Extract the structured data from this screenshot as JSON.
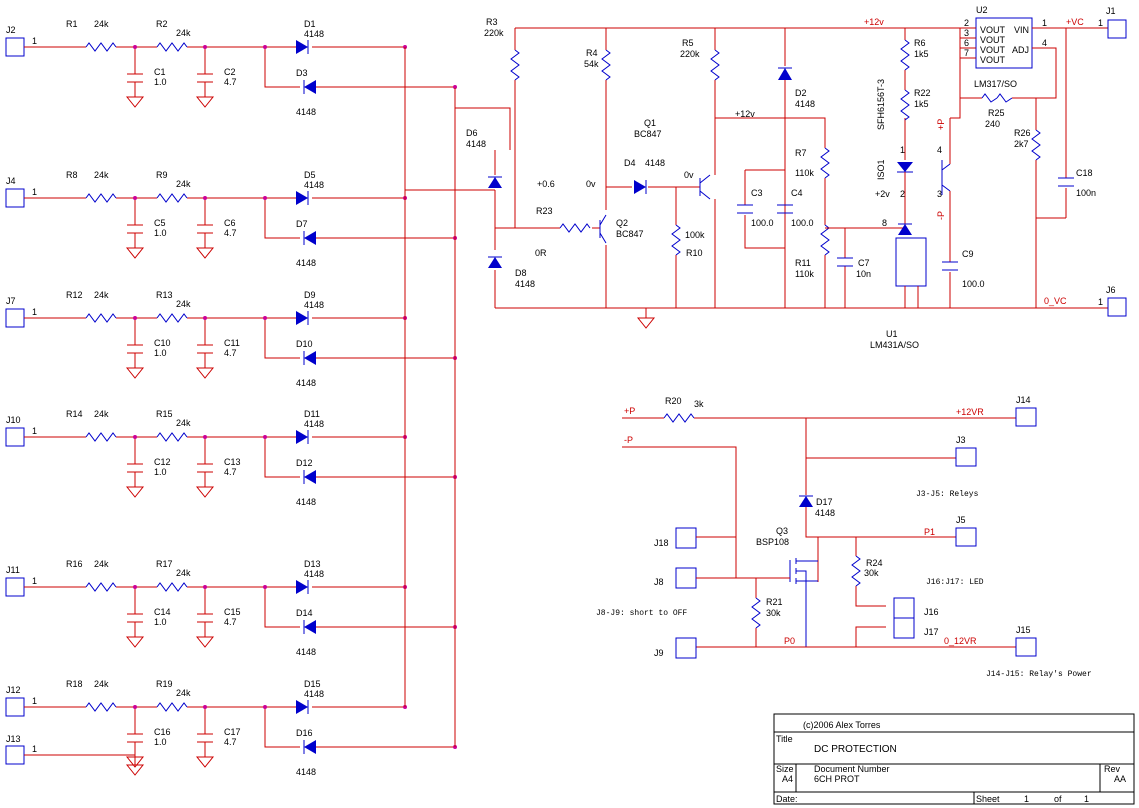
{
  "title_block": {
    "copyright": "(c)2006  Alex Torres",
    "title_label": "Title",
    "title": "DC PROTECTION",
    "size_label": "Size",
    "size": "A4",
    "docnum_label": "Document Number",
    "docnum": "6CH PROT",
    "rev_label": "Rev",
    "rev": "AA",
    "date_label": "Date:",
    "sheet_label": "Sheet",
    "sheet_num": "1",
    "of_label": "of",
    "sheet_total": "1"
  },
  "channels": [
    {
      "jack": "J2",
      "pin": "1",
      "r1": "R1",
      "r1v": "24k",
      "r2": "R2",
      "r2v": "24k",
      "ca": "C1",
      "cav": "1.0",
      "cb": "C2",
      "cbv": "4.7",
      "da": "D1",
      "dav": "4148",
      "db": "D3",
      "dbv": "4148"
    },
    {
      "jack": "J4",
      "pin": "1",
      "r1": "R8",
      "r1v": "24k",
      "r2": "R9",
      "r2v": "24k",
      "ca": "C5",
      "cav": "1.0",
      "cb": "C6",
      "cbv": "4.7",
      "da": "D5",
      "dav": "4148",
      "db": "D7",
      "dbv": "4148"
    },
    {
      "jack": "J7",
      "pin": "1",
      "r1": "R12",
      "r1v": "24k",
      "r2": "R13",
      "r2v": "24k",
      "ca": "C10",
      "cav": "1.0",
      "cb": "C11",
      "cbv": "4.7",
      "da": "D9",
      "dav": "4148",
      "db": "D10",
      "dbv": "4148"
    },
    {
      "jack": "J10",
      "pin": "1",
      "r1": "R14",
      "r1v": "24k",
      "r2": "R15",
      "r2v": "24k",
      "ca": "C12",
      "cav": "1.0",
      "cb": "C13",
      "cbv": "4.7",
      "da": "D11",
      "dav": "4148",
      "db": "D12",
      "dbv": "4148"
    },
    {
      "jack": "J11",
      "pin": "1",
      "r1": "R16",
      "r1v": "24k",
      "r2": "R17",
      "r2v": "24k",
      "ca": "C14",
      "cav": "1.0",
      "cb": "C15",
      "cbv": "4.7",
      "da": "D13",
      "dav": "4148",
      "db": "D14",
      "dbv": "4148"
    },
    {
      "jack": "J12",
      "pin": "1",
      "r1": "R18",
      "r1v": "24k",
      "r2": "R19",
      "r2v": "24k",
      "ca": "C16",
      "cav": "1.0",
      "cb": "C17",
      "cbv": "4.7",
      "da": "D15",
      "dav": "4148",
      "db": "D16",
      "dbv": "4148"
    }
  ],
  "extra_jack": {
    "jack": "J13",
    "pin": "1"
  },
  "center": {
    "r3": "R3",
    "r3v": "220k",
    "r4": "R4",
    "r4v": "54k",
    "r5": "R5",
    "r5v": "220k",
    "q1": "Q1",
    "q1v": "BC847",
    "q2": "Q2",
    "q2v": "BC847",
    "d4": "D4",
    "d4v": "4148",
    "d6": "D6",
    "d6v": "4148",
    "d8": "D8",
    "d8v": "4148",
    "d2": "D2",
    "d2v": "4148",
    "r23": "R23",
    "r23v": "0R",
    "r10": "R10",
    "r10v": "100k",
    "r7": "R7",
    "r7v": "110k",
    "r11": "R11",
    "r11v": "110k",
    "c3": "C3",
    "c3v": "100.0",
    "c4": "C4",
    "c4v": "100.0",
    "c7": "C7",
    "c7v": "10n",
    "v_p06": "+0.6",
    "v_0a": "0v",
    "v_0b": "0v",
    "v_12a": "+12v",
    "v_12b": "+12v",
    "v_2": "+2v"
  },
  "right": {
    "r6": "R6",
    "r6v": "1k5",
    "r22": "R22",
    "r22v": "1k5",
    "iso": "SFH6156T-3",
    "iso_ref": "ISO1",
    "pp": "+P",
    "pm": "-P",
    "u1": "U1",
    "u1v": "LM431A/SO",
    "u2": "U2",
    "u2_vout": "VOUT",
    "u2_vin": "VIN",
    "u2_adj": "ADJ",
    "u2_part": "LM317/SO",
    "r25": "R25",
    "r25v": "240",
    "r26": "R26",
    "r26v": "2k7",
    "c18": "C18",
    "c18v": "100n",
    "c9": "C9",
    "c9v": "100.0",
    "j1": "J1",
    "j6": "J6",
    "vc_pos": "+VC",
    "vc_zero": "0_VC",
    "pins": {
      "p1": "1",
      "p2": "2",
      "p3": "3",
      "p4": "4",
      "p6": "6",
      "p7": "7",
      "p8": "8"
    }
  },
  "relay": {
    "pp": "+P",
    "pm": "-P",
    "r20": "R20",
    "r20v": "3k",
    "j14": "J14",
    "v12vr": "+12VR",
    "j3": "J3",
    "note_relays": "J3-J5: Releys",
    "d17": "D17",
    "d17v": "4148",
    "j5": "J5",
    "p1": "P1",
    "q3": "Q3",
    "q3v": "BSP108",
    "j18": "J18",
    "j8": "J8",
    "j9": "J9",
    "r24": "R24",
    "r24v": "30k",
    "r21": "R21",
    "r21v": "30k",
    "j16": "J16",
    "j17": "J17",
    "note_led": "J16:J17: LED",
    "note_short": "J8-J9: short to OFF",
    "p0": "P0",
    "j15": "J15",
    "v0_12vr": "0_12VR",
    "note_power": "J14-J15:  Relay's Power"
  },
  "colors": {
    "wire": "#cc0000",
    "comp": "#0000cc",
    "junction": "#cc0099",
    "text": "#000000"
  }
}
